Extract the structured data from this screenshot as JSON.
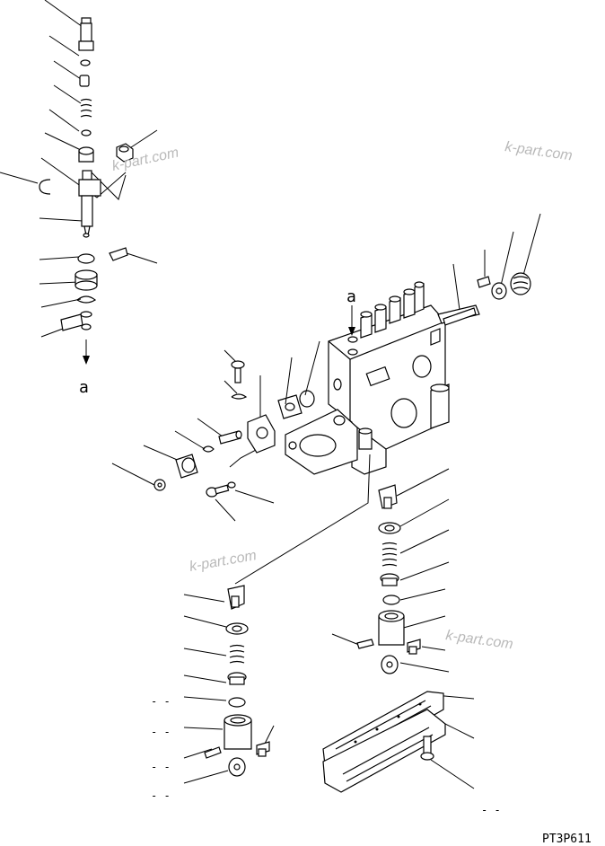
{
  "diagram": {
    "view_marker": "a",
    "view_marker_secondary": "a",
    "watermark_top_right": "k-part.com",
    "watermark_left": "k-part.com",
    "watermark_center": "k-part.com",
    "watermark_lower_right": "k-part.com",
    "page_code": "PT3P611",
    "dash_marks": [
      "- -",
      "- -",
      "- -",
      "- -",
      "- -"
    ]
  }
}
